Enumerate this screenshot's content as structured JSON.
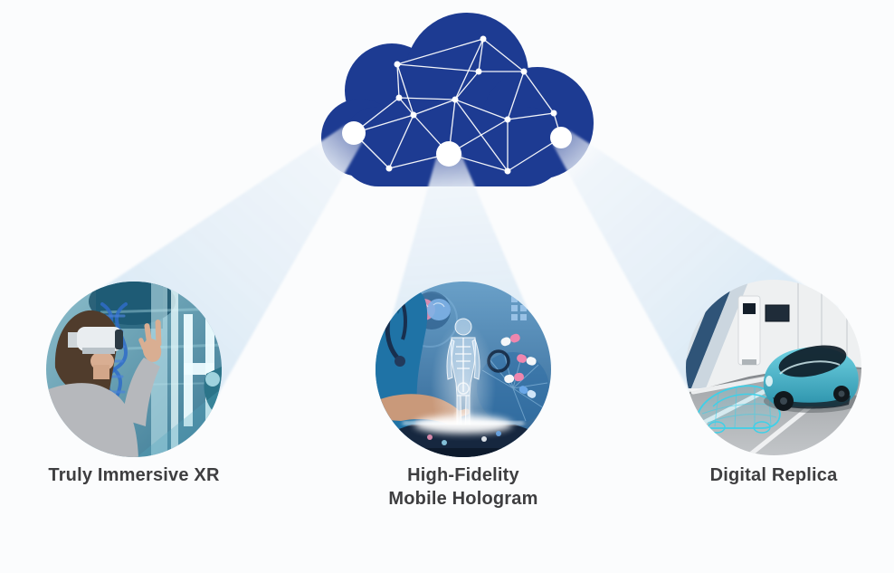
{
  "diagram": {
    "background": "#fbfcfd",
    "cloud": {
      "icon": "cloud-network-icon",
      "fill": "#1d3b92",
      "node_color": "#ffffff"
    },
    "beam": {
      "top_color": "#ffffff",
      "bottom_color": "#d5e7f5"
    },
    "label_color": "#3e3e40",
    "items": [
      {
        "id": "truly-immersive-xr",
        "label": "Truly Immersive XR",
        "lines": [
          "Truly Immersive XR"
        ],
        "photo": "woman-wearing-vr-headset-with-dna-hologram"
      },
      {
        "id": "high-fidelity-mobile-hologram",
        "label": "High-Fidelity Mobile Hologram",
        "lines": [
          "High-Fidelity",
          "Mobile Hologram"
        ],
        "photo": "doctor-projecting-human-body-hologram"
      },
      {
        "id": "digital-replica",
        "label": "Digital Replica",
        "lines": [
          "Digital Replica"
        ],
        "photo": "car-with-digital-twin-in-parking-garage"
      }
    ]
  }
}
